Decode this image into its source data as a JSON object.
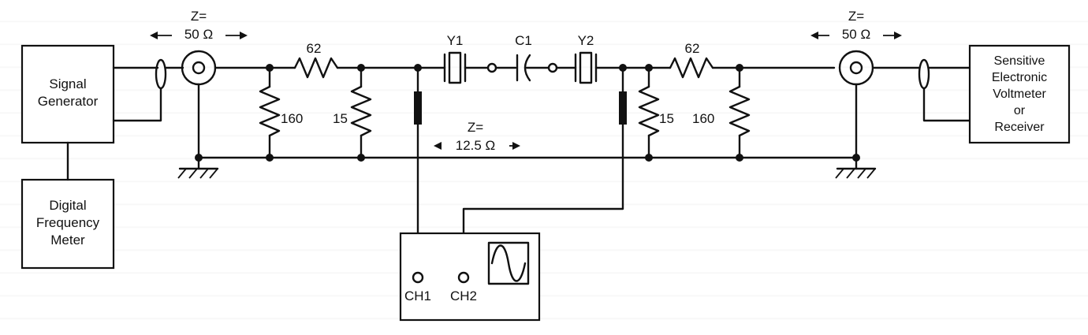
{
  "blocks": {
    "signal_generator": [
      "Signal",
      "Generator"
    ],
    "frequency_meter": [
      "Digital",
      "Frequency",
      "Meter"
    ],
    "voltmeter": [
      "Sensitive",
      "Electronic",
      "Voltmeter",
      "or",
      "Receiver"
    ]
  },
  "impedances": {
    "left": [
      "Z=",
      "50 Ω"
    ],
    "middle": [
      "Z=",
      "12.5 Ω"
    ],
    "right": [
      "Z=",
      "50 Ω"
    ]
  },
  "resistors": {
    "series_left": "62",
    "shunt_left_outer": "160",
    "shunt_left_inner": "15",
    "shunt_right_inner": "15",
    "shunt_right_outer": "160",
    "series_right": "62"
  },
  "crystals": {
    "y1": "Y1",
    "y2": "Y2"
  },
  "capacitor": "C1",
  "scope_channels": {
    "ch1": "CH1",
    "ch2": "CH2"
  }
}
